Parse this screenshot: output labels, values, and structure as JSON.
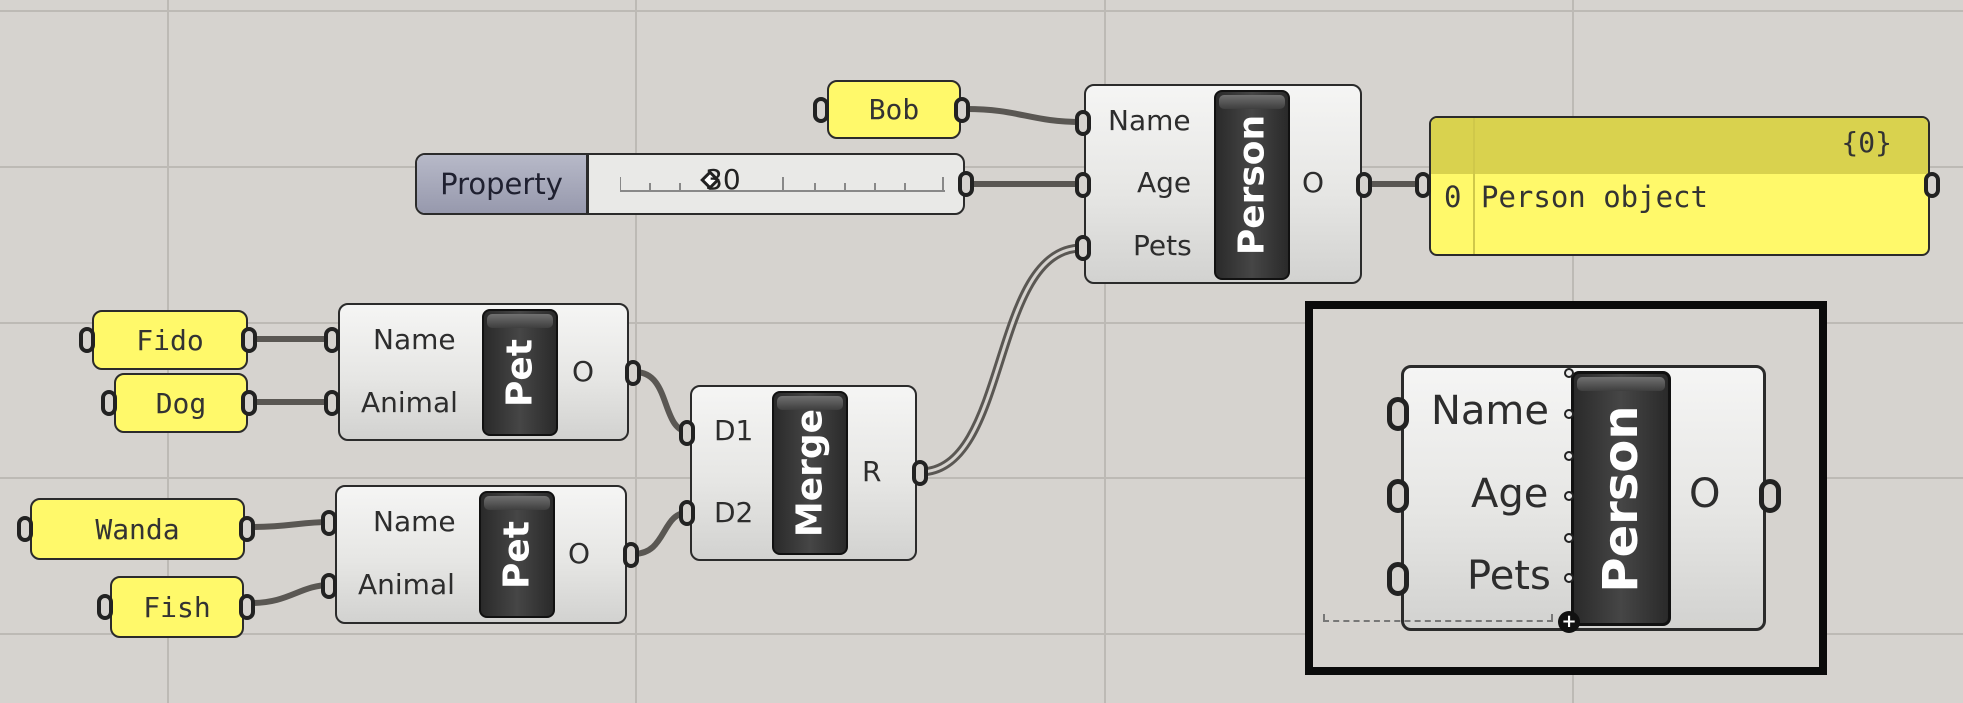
{
  "canvas": {
    "background": "#d6d3cf",
    "grid_color": "#bdbab5",
    "panel_color": "#fff96a",
    "wire_color": "#5a5753"
  },
  "panels": {
    "bob": "Bob",
    "fido": "Fido",
    "dog": "Dog",
    "wanda": "Wanda",
    "fish": "Fish"
  },
  "slider": {
    "label": "Property",
    "value": "30"
  },
  "person": {
    "title": "Person",
    "inputs": [
      "Name",
      "Age",
      "Pets"
    ],
    "output": "O"
  },
  "pet1": {
    "title": "Pet",
    "inputs": [
      "Name",
      "Animal"
    ],
    "output": "O"
  },
  "pet2": {
    "title": "Pet",
    "inputs": [
      "Name",
      "Animal"
    ],
    "output": "O"
  },
  "merge": {
    "title": "Merge",
    "inputs": [
      "D1",
      "D2"
    ],
    "output": "R"
  },
  "output_panel": {
    "path": "{0}",
    "index": "0",
    "text": "Person object"
  },
  "zoom": {
    "title": "Person",
    "inputs": [
      "Name",
      "Age",
      "Pets"
    ],
    "output": "O",
    "add_glyph": "+"
  }
}
